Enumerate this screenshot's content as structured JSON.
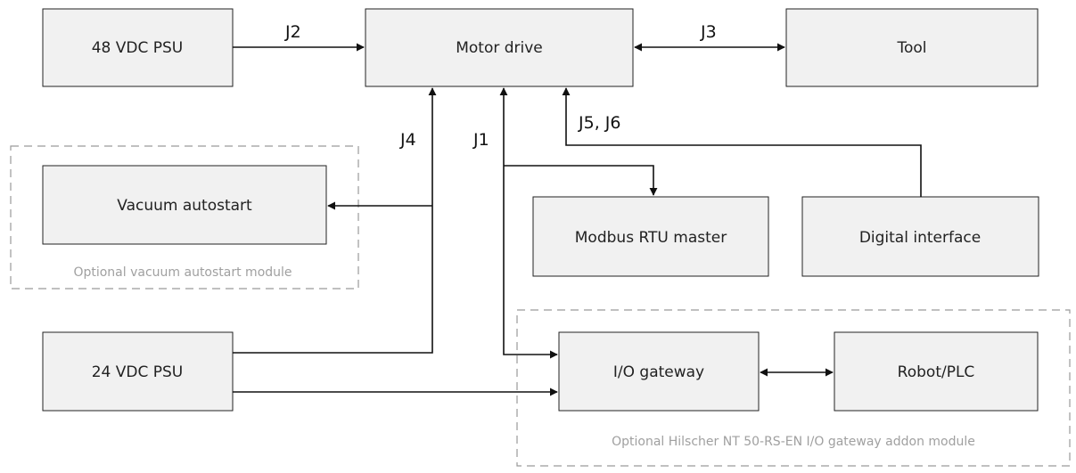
{
  "blocks": {
    "psu48": "48 VDC PSU",
    "motor_drive": "Motor drive",
    "tool": "Tool",
    "vacuum_autostart": "Vacuum autostart",
    "modbus_master": "Modbus RTU master",
    "digital_interface": "Digital interface",
    "psu24": "24 VDC PSU",
    "io_gateway": "I/O gateway",
    "robot_plc": "Robot/PLC"
  },
  "groups": {
    "vacuum_module": "Optional vacuum autostart module",
    "gateway_module": "Optional Hilscher NT 50-RS-EN I/O gateway addon module"
  },
  "connectors": {
    "j2": "J2",
    "j3": "J3",
    "j4": "J4",
    "j1": "J1",
    "j5_j6": "J5, J6"
  },
  "colors": {
    "block_fill": "#f1f1f1",
    "block_stroke": "#222222",
    "group_stroke": "#9a9a9a",
    "group_label": "#a0a0a0",
    "wire": "#111111"
  }
}
